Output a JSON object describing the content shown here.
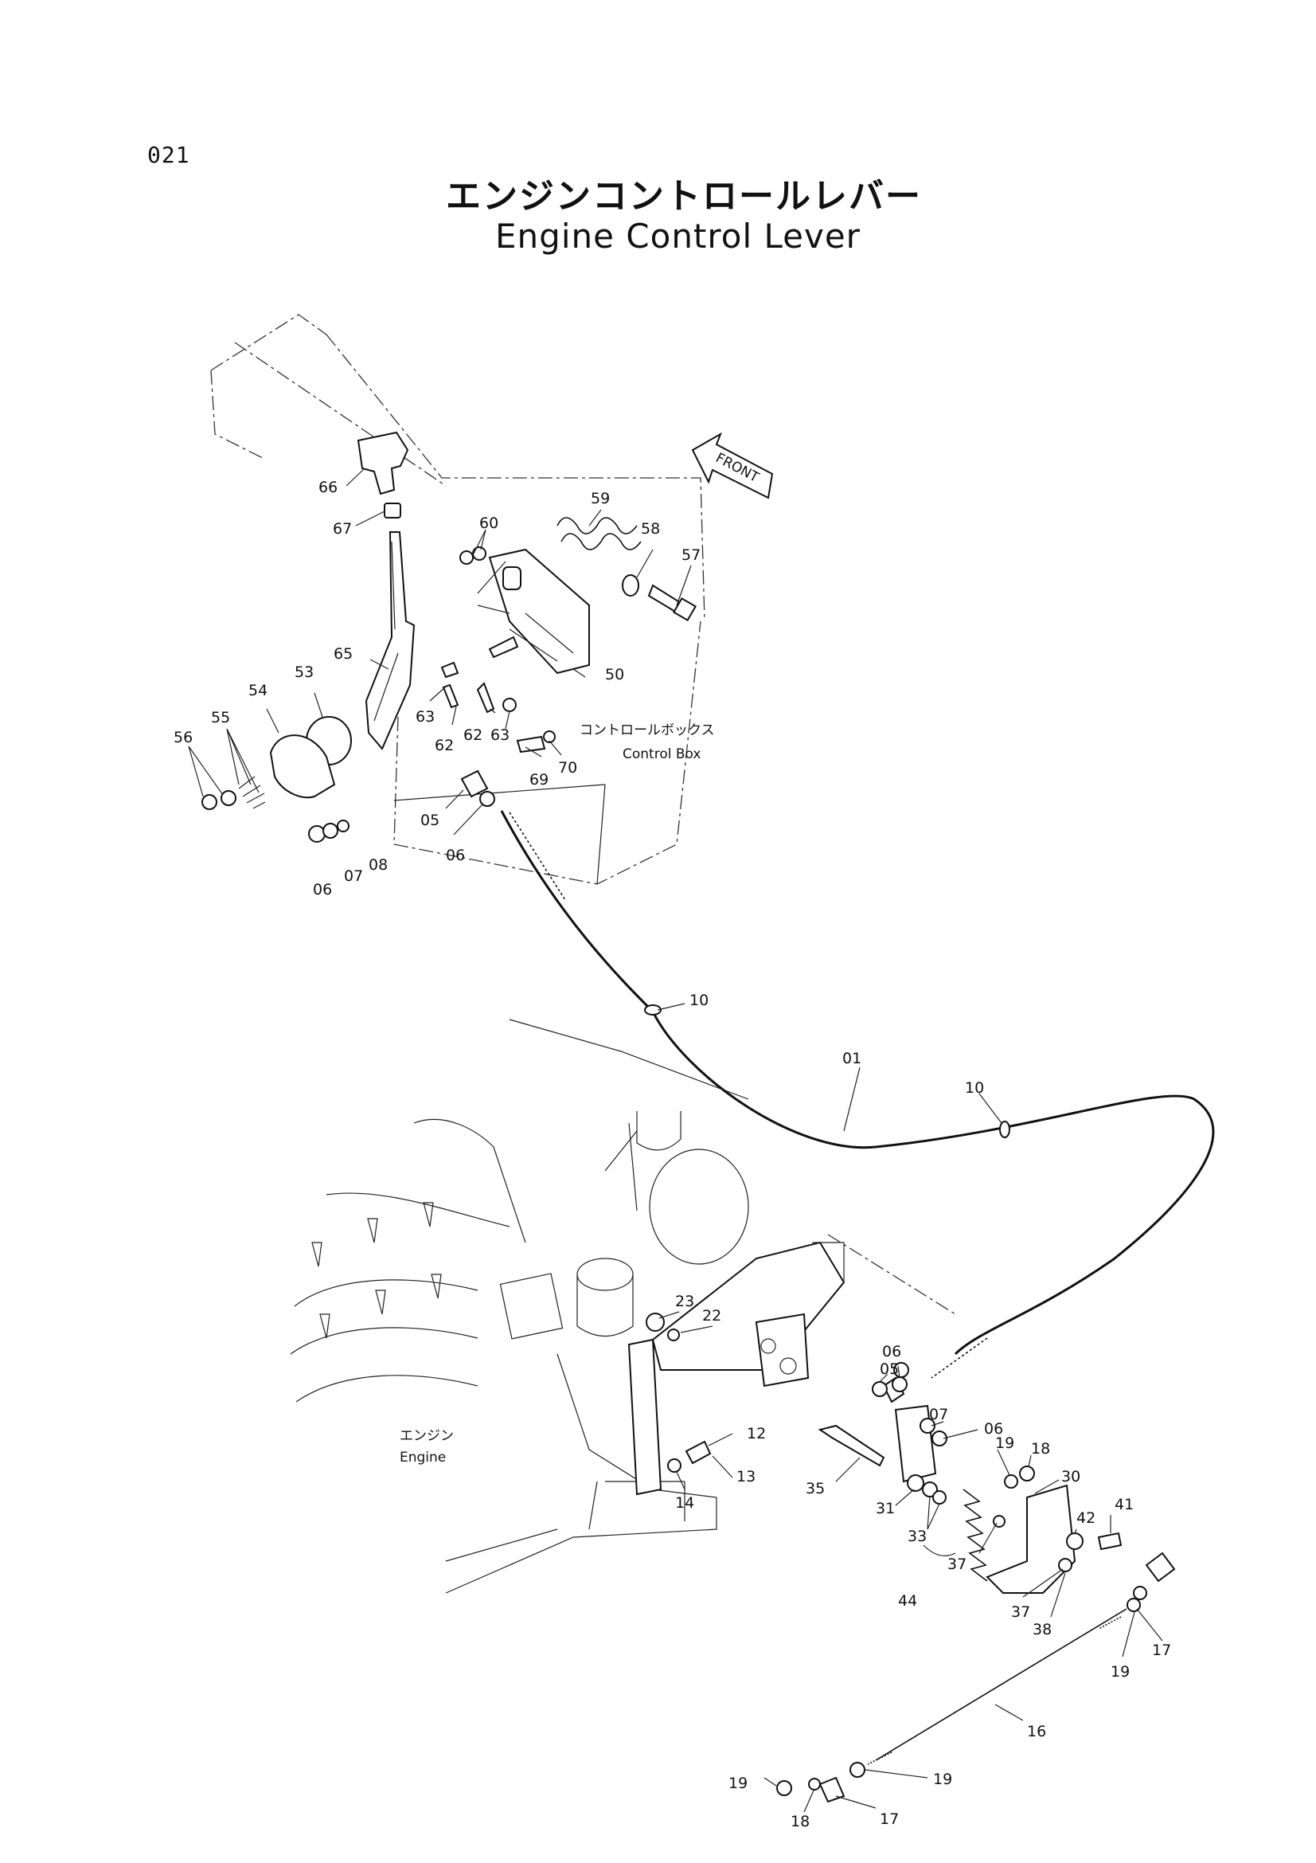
{
  "page": {
    "number": "021",
    "title_jp": "エンジンコントロールレバー",
    "title_en": "Engine Control Lever"
  },
  "annotations": {
    "front": "FRONT",
    "control_box_jp": "コントロールボックス",
    "control_box_en": "Control Box",
    "engine_jp": "エンジン",
    "engine_en": "Engine"
  },
  "part_labels": [
    "66",
    "67",
    "60",
    "59",
    "58",
    "57",
    "65",
    "53",
    "54",
    "55",
    "56",
    "63",
    "62",
    "62",
    "63",
    "50",
    "70",
    "69",
    "05",
    "06",
    "06",
    "07",
    "08",
    "10",
    "01",
    "10",
    "23",
    "22",
    "12",
    "13",
    "14",
    "35",
    "05",
    "06",
    "07",
    "06",
    "19",
    "18",
    "30",
    "31",
    "33",
    "37",
    "44",
    "42",
    "41",
    "37",
    "38",
    "19",
    "17",
    "16",
    "19",
    "18",
    "19",
    "17"
  ]
}
